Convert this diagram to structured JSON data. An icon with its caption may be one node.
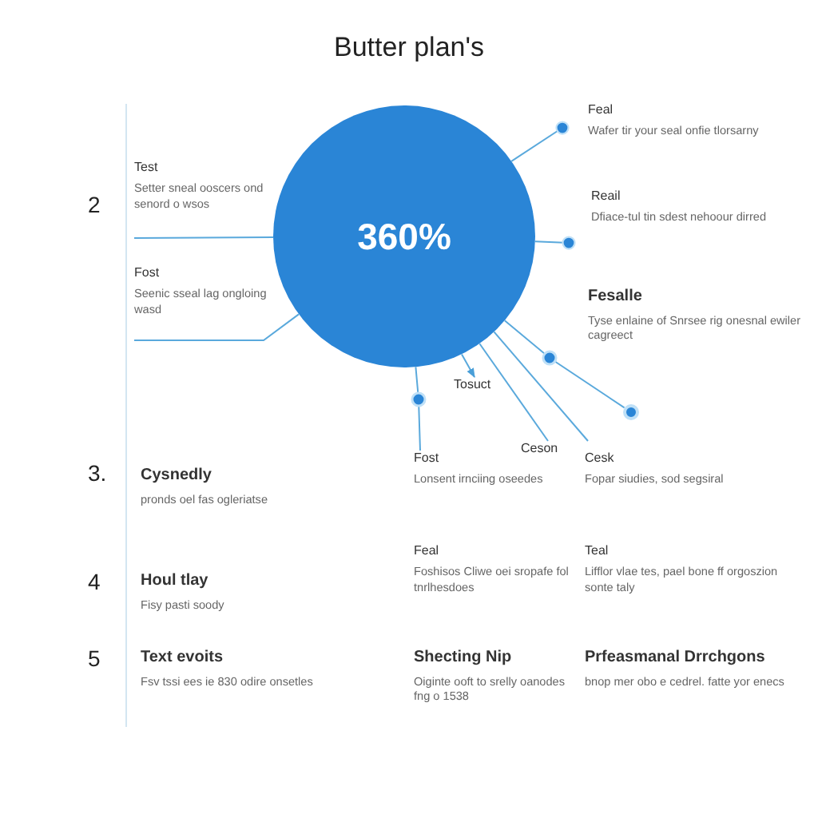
{
  "diagram": {
    "title": "Butter plan's",
    "nodes": [
      {
        "text": [
          "360%"
        ]
      },
      {
        "text": [
          "Feal",
          "Wafer tir your seal onfie tlorsarny"
        ]
      },
      {
        "text": [
          "Test",
          "Setter sneal ooscers ond senord o wsos"
        ]
      },
      {
        "text": [
          "Reail",
          "Dfiace-tul tin sdest nehoour dirred"
        ]
      },
      {
        "text": [
          "Fost",
          "Seenic sseal lag ongloing wasd"
        ]
      },
      {
        "text": [
          "Fesalle",
          "Tyse enlaine of Snrsee rig onesnal ewiler cagreect"
        ]
      },
      {
        "text": [
          "Tosuct"
        ]
      },
      {
        "text": [
          "Ceson"
        ]
      },
      {
        "text": [
          "Fost",
          "Lonsent irnciing oseedes"
        ]
      },
      {
        "text": [
          "Cesk",
          "Fopar siudies, sod segsiral"
        ]
      },
      {
        "text": [
          "Cysnedly",
          "pronds oel fas ogleriatse"
        ]
      },
      {
        "text": [
          "Feal",
          "Foshisos Cliwe oei sropafe fol tnrlhesdoes"
        ]
      },
      {
        "text": [
          "Teal",
          "Lifflor vlae tes, pael bone ff orgoszion sonte taly"
        ]
      },
      {
        "text": [
          "Houl tlay",
          "Fisy pasti soody"
        ]
      },
      {
        "text": [
          "Text evoits",
          "Fsv tssi ees ie 830 odire onsetles"
        ]
      },
      {
        "text": [
          "Shecting Nip",
          "Oiginte ooft to srelly oanodes fng o 1538"
        ]
      },
      {
        "text": [
          "Prfeasmanal Drrchgons",
          "bnop mer obo e cedrel. fatte yor enecs"
        ]
      },
      {
        "text": [],
        "shape": "circle"
      }
    ],
    "edges": [
      {
        "from": 0,
        "to": 1,
        "arrow": "other"
      },
      {
        "from": 2,
        "to": 0,
        "arrow": "none"
      },
      {
        "from": 0,
        "to": 3,
        "arrow": "other"
      },
      {
        "from": 4,
        "to": 0,
        "arrow": "none"
      },
      {
        "from": 0,
        "to": 17,
        "arrow": "none"
      },
      {
        "from": 0,
        "to": 6,
        "arrow": "to"
      },
      {
        "from": 0,
        "to": 7,
        "arrow": "none"
      },
      {
        "from": 0,
        "to": 9,
        "arrow": "none"
      },
      {
        "from": 0,
        "to": 8,
        "arrow": "none"
      }
    ],
    "labels": [
      "2",
      "3.",
      "4",
      "5"
    ]
  }
}
